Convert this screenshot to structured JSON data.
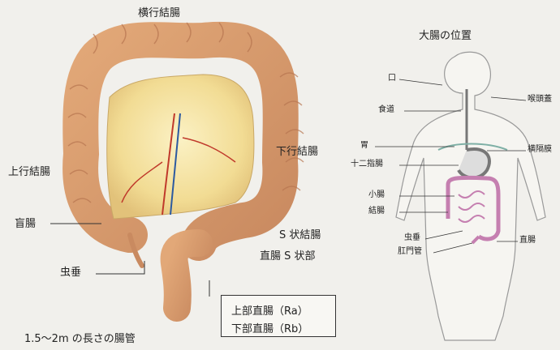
{
  "left": {
    "labels": {
      "transverse_colon": "横行結腸",
      "ascending_colon": "上行結腸",
      "descending_colon": "下行結腸",
      "cecum": "盲腸",
      "sigmoid_colon": "S 状結腸",
      "rectosigmoid": "直腸 S 状部",
      "appendix": "虫垂",
      "upper_rectum": "上部直腸（Ra）",
      "lower_rectum": "下部直腸（Rb）"
    },
    "caption": "1.5～2m の長さの腸管"
  },
  "right": {
    "title": "大腸の位置",
    "labels": {
      "mouth": "口",
      "esophagus": "食道",
      "pharynx": "喉頭蓋",
      "stomach": "胃",
      "diaphragm": "横隔膜",
      "duodenum": "十二指腸",
      "small_intestine": "小腸",
      "colon": "結腸",
      "appendix": "虫垂",
      "anal_canal": "肛門管",
      "rectum": "直腸"
    }
  }
}
